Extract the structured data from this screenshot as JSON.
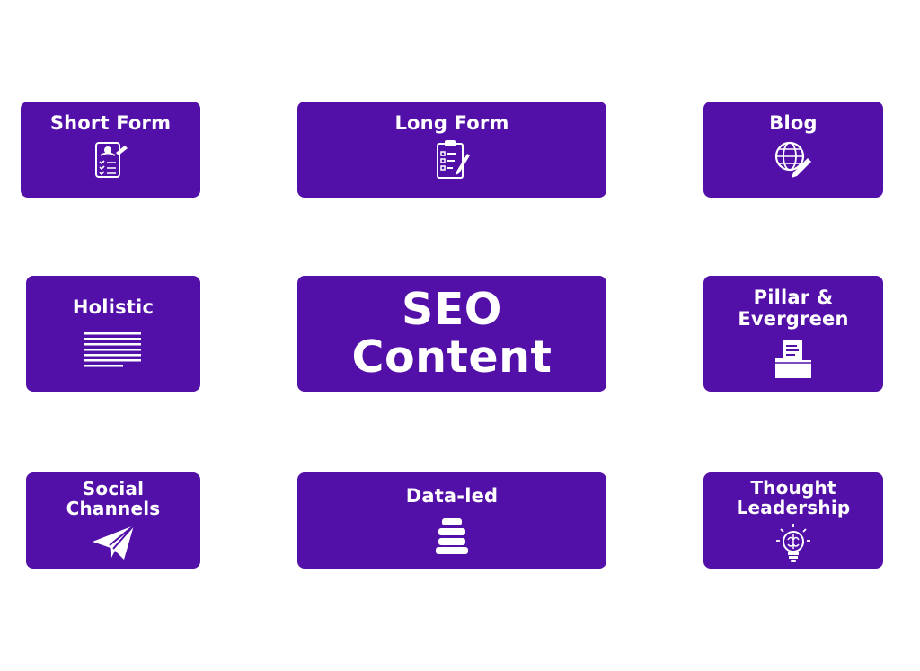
{
  "colors": {
    "card": "#5310a8",
    "text": "#ffffff",
    "background": "#ffffff"
  },
  "center": {
    "line1": "SEO",
    "line2": "Content"
  },
  "cards": {
    "short_form": {
      "label": "Short Form",
      "icon": "clipboard-profile-checklist-icon"
    },
    "long_form": {
      "label": "Long Form",
      "icon": "clipboard-checklist-pencil-icon"
    },
    "blog": {
      "label": "Blog",
      "icon": "globe-pencil-icon"
    },
    "holistic": {
      "label": "Holistic",
      "icon": "text-lines-icon"
    },
    "pillar": {
      "line1": "Pillar &",
      "line2": "Evergreen",
      "icon": "folder-document-icon"
    },
    "social": {
      "line1": "Social",
      "line2": "Channels",
      "icon": "paper-plane-icon"
    },
    "data_led": {
      "label": "Data-led",
      "icon": "stacked-bars-icon"
    },
    "thought": {
      "line1": "Thought",
      "line2": "Leadership",
      "icon": "lightbulb-brain-icon"
    }
  }
}
